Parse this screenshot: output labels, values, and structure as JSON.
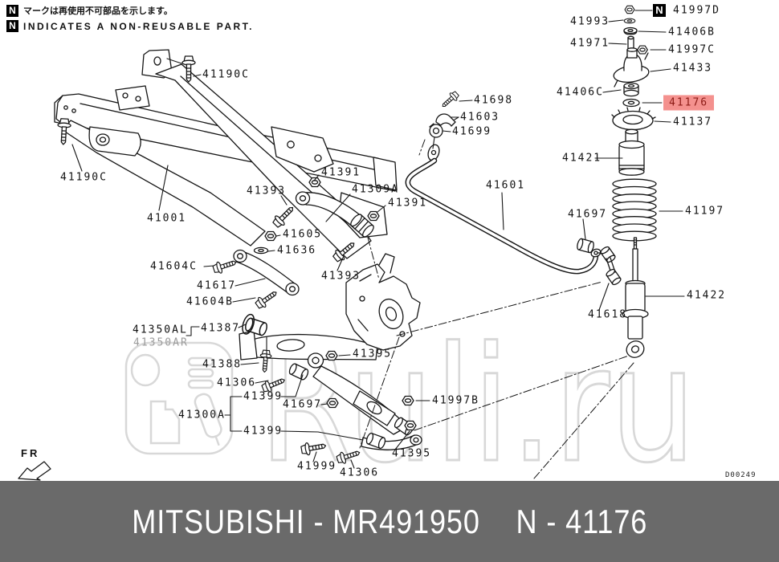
{
  "legend": {
    "symbol": "N",
    "line1_jp": "マークは再使用不可部品を示します。",
    "line2_en": "INDICATES A NON-REUSABLE PART."
  },
  "watermark": {
    "text": "Ruli.ru"
  },
  "diagram": {
    "title": "Rear suspension exploded parts diagram",
    "direction_label": "FR",
    "drawing_code": "D00249",
    "non_reusable_symbol": "N"
  },
  "highlight": {
    "part_number": "41176",
    "background": "#F4918E",
    "text_color": "#8C1A15"
  },
  "footer": {
    "left": "MITSUBISHI - MR491950",
    "right": "N - 41176",
    "background": "#6A6A6A",
    "text_color": "#FFFFFF"
  },
  "labels": [
    {
      "text": "41190C"
    },
    {
      "text": "41190C"
    },
    {
      "text": "41001"
    },
    {
      "text": "41698"
    },
    {
      "text": "41603"
    },
    {
      "text": "41699"
    },
    {
      "text": "41601"
    },
    {
      "text": "41391"
    },
    {
      "text": "41393"
    },
    {
      "text": "41309A"
    },
    {
      "text": "41391"
    },
    {
      "text": "41605"
    },
    {
      "text": "41636"
    },
    {
      "text": "41604C"
    },
    {
      "text": "41617"
    },
    {
      "text": "41604B"
    },
    {
      "text": "41393"
    },
    {
      "text": "41350AL"
    },
    {
      "text": "41350AR",
      "dimmed": true
    },
    {
      "text": "41387"
    },
    {
      "text": "41388"
    },
    {
      "text": "41306"
    },
    {
      "text": "41399"
    },
    {
      "text": "41697"
    },
    {
      "text": "41300A"
    },
    {
      "text": "41399"
    },
    {
      "text": "41999"
    },
    {
      "text": "41306"
    },
    {
      "text": "41395"
    },
    {
      "text": "41395"
    },
    {
      "text": "41997B"
    },
    {
      "text": "41618"
    },
    {
      "text": "41422"
    },
    {
      "text": "41697"
    },
    {
      "text": "41197"
    },
    {
      "text": "41421"
    },
    {
      "text": "41137"
    },
    {
      "text": "41176",
      "highlighted": true
    },
    {
      "text": "41406C"
    },
    {
      "text": "41433"
    },
    {
      "text": "41997C"
    },
    {
      "text": "41971"
    },
    {
      "text": "41406B"
    },
    {
      "text": "41993"
    },
    {
      "text": "41997D"
    }
  ]
}
